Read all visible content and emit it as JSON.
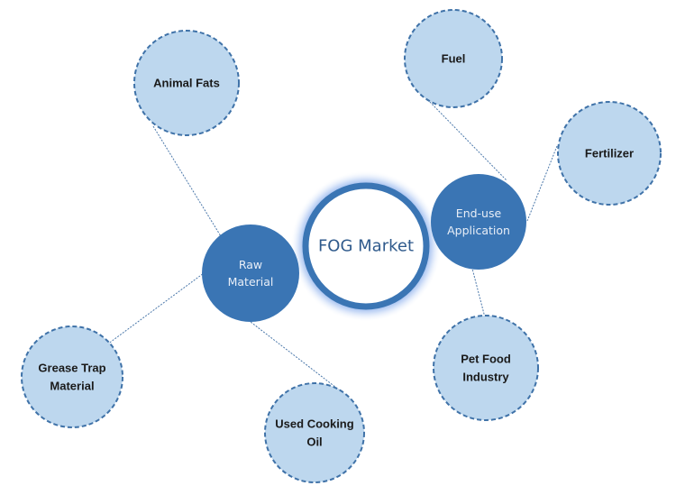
{
  "diagram": {
    "center": {
      "id": "fog-market",
      "label": [
        "FOG Market"
      ]
    },
    "hubs": [
      {
        "id": "raw-material",
        "label": [
          "Raw",
          "Material"
        ]
      },
      {
        "id": "end-use-application",
        "label": [
          "End-use",
          "Application"
        ]
      }
    ],
    "leaves": [
      {
        "id": "animal-fats",
        "hub": "raw-material",
        "label": [
          "Animal Fats"
        ]
      },
      {
        "id": "grease-trap-material",
        "hub": "raw-material",
        "label": [
          "Grease Trap",
          "Material"
        ]
      },
      {
        "id": "used-cooking-oil",
        "hub": "raw-material",
        "label": [
          "Used Cooking",
          "Oil"
        ]
      },
      {
        "id": "fuel",
        "hub": "end-use-application",
        "label": [
          "Fuel"
        ]
      },
      {
        "id": "fertilizer",
        "hub": "end-use-application",
        "label": [
          "Fertilizer"
        ]
      },
      {
        "id": "pet-food-industry",
        "hub": "end-use-application",
        "label": [
          "Pet Food",
          "Industry"
        ]
      }
    ],
    "colors": {
      "hub_fill": "#3a75b4",
      "ring": "#3a75b4",
      "glow": "#7ea6e8",
      "leaf_fill": "#bdd7ee",
      "leaf_stroke": "#3f72a8",
      "connector": "#4b78aa"
    }
  }
}
